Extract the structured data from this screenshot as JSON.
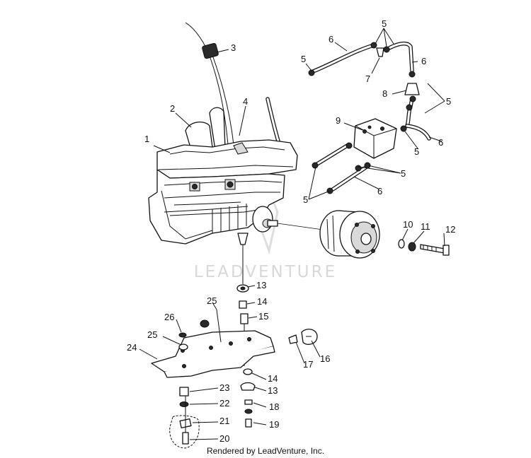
{
  "watermark": "LEADVENTURE",
  "credit": "Rendered by LeadVenture, Inc.",
  "callouts": {
    "engine": "1",
    "spark_plug_wire": "2",
    "cable": "3",
    "fitting": "4",
    "clamp": "5",
    "hose": "6",
    "tee": "7",
    "filter": "8",
    "fuel_pump": "9",
    "washer_a": "10",
    "lock_washer": "11",
    "bolt": "12",
    "mount_washer": "13",
    "collar": "14",
    "bushing": "15",
    "screw": "16",
    "washer_b": "17",
    "nut": "18",
    "bolt_b": "19",
    "bolt_c": "20",
    "plate_nut": "21",
    "washer_c": "22",
    "spacer": "23",
    "bracket": "24",
    "washer_d": "25",
    "nut_b": "26"
  }
}
